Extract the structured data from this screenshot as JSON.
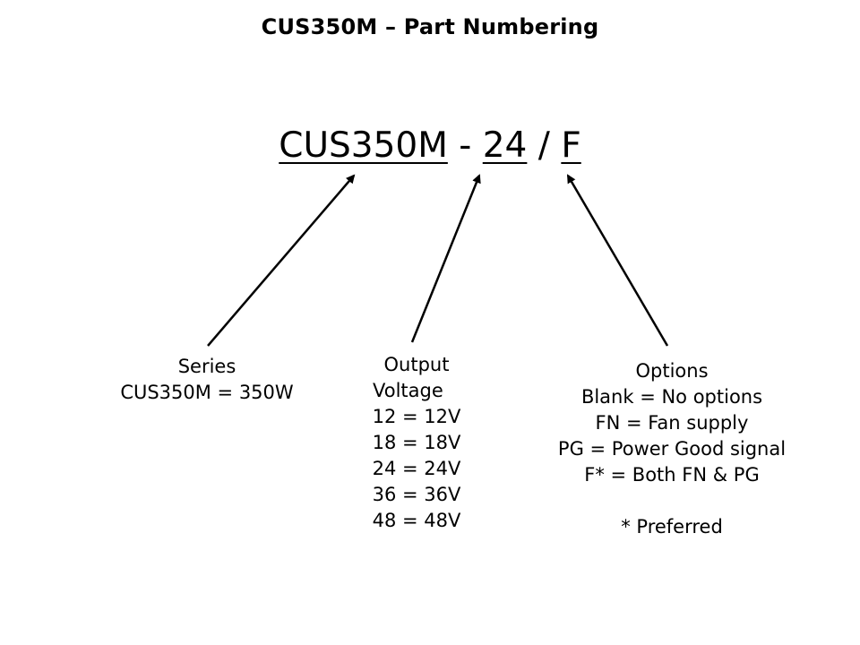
{
  "title": "CUS350M – Part Numbering",
  "part_number": {
    "series": "CUS350M",
    "separator1": " - ",
    "voltage": "24",
    "separator2": " / ",
    "option": "F"
  },
  "series_box": {
    "heading": "Series",
    "lines": [
      "CUS350M = 350W"
    ]
  },
  "output_box": {
    "heading_line1": "Output",
    "heading_line2": "Voltage",
    "lines": [
      "12 = 12V",
      "18 = 18V",
      "24 = 24V",
      "36 = 36V",
      "48 = 48V"
    ]
  },
  "options_box": {
    "heading": "Options",
    "lines": [
      "Blank = No options",
      "FN = Fan supply",
      "PG = Power Good signal",
      "F* = Both FN & PG",
      "",
      "* Preferred"
    ]
  },
  "colors": {
    "text": "#000000",
    "background": "#ffffff"
  }
}
